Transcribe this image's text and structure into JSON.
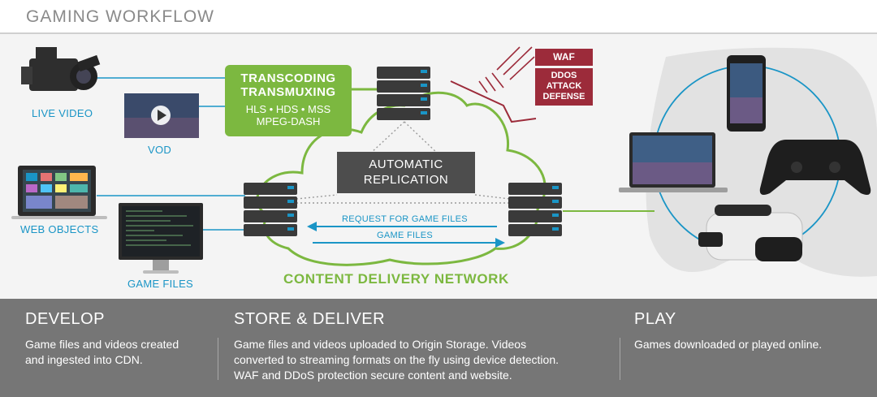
{
  "title": "GAMING WORKFLOW",
  "sources": {
    "live_video": "LIVE VIDEO",
    "vod": "VOD",
    "web_objects": "WEB OBJECTS",
    "game_files": "GAME FILES"
  },
  "transcoding": {
    "title_line1": "TRANSCODING",
    "title_line2": "TRANSMUXING",
    "formats_line1": "HLS • HDS • MSS",
    "formats_line2": "MPEG-DASH"
  },
  "replication": {
    "line1": "AUTOMATIC",
    "line2": "REPLICATION"
  },
  "security": {
    "waf": "WAF",
    "ddos_line1": "DDOS",
    "ddos_line2": "ATTACK",
    "ddos_line3": "DEFENSE"
  },
  "arrows": {
    "request": "REQUEST FOR GAME FILES",
    "files": "GAME FILES"
  },
  "network_label": "CONTENT DELIVERY NETWORK",
  "columns": [
    {
      "heading": "DEVELOP",
      "lines": [
        "Game files and  videos created",
        "and ingested into CDN."
      ]
    },
    {
      "heading": "STORE & DELIVER",
      "lines": [
        "Game files and videos uploaded to Origin Storage. Videos",
        "converted to streaming formats on the fly using device detection.",
        "WAF and DDoS protection secure content and website."
      ]
    },
    {
      "heading": "PLAY",
      "lines": [
        "Games downloaded or played online."
      ]
    }
  ],
  "colors": {
    "accent_blue": "#1a95c6",
    "cdn_green": "#7cb840",
    "waf_red": "#9c2b3a",
    "replication_gray": "#4d4d4d",
    "footer_gray": "#767676"
  }
}
